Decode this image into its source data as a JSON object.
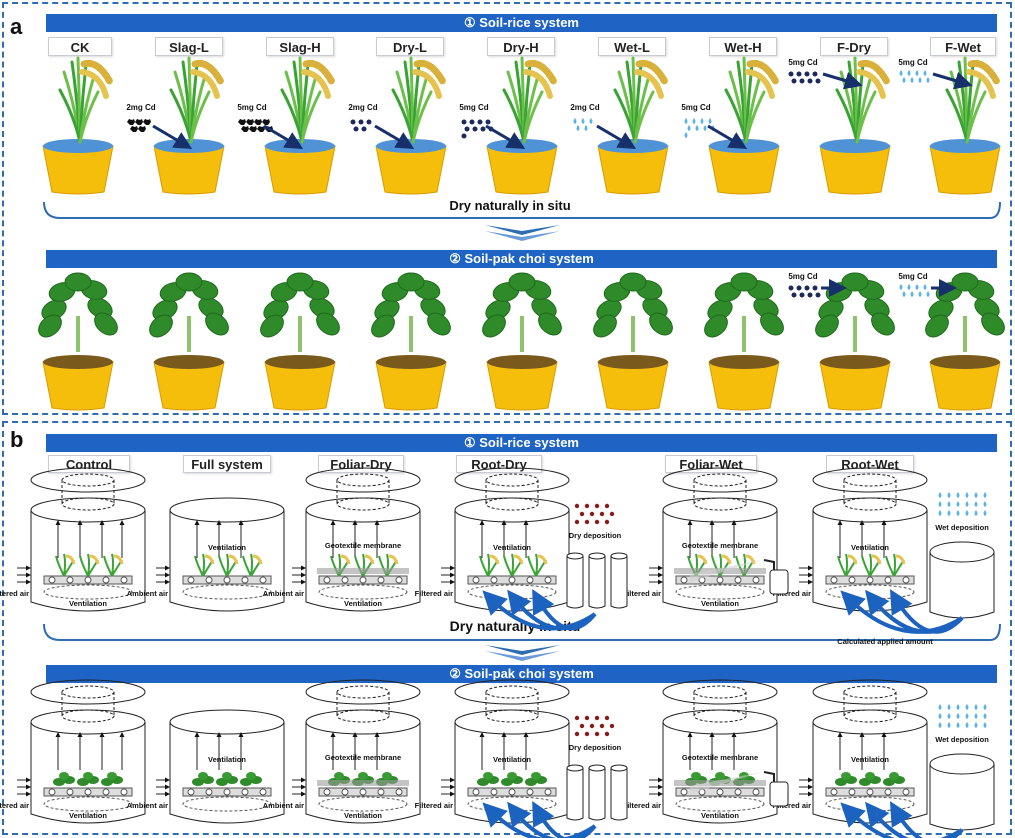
{
  "panel_a": {
    "letter": "a",
    "banner1": "① Soil-rice system",
    "banner2": "② Soil-pak choi system",
    "labels": [
      "CK",
      "Slag-L",
      "Slag-H",
      "Dry-L",
      "Dry-H",
      "Wet-L",
      "Wet-H",
      "F-Dry",
      "F-Wet"
    ],
    "doses": [
      "2mg Cd",
      "5mg Cd",
      "2mg Cd",
      "5mg Cd",
      "2mg Cd",
      "5mg Cd",
      "5mg Cd",
      "5mg Cd"
    ],
    "pakchoi_doses": [
      "5mg Cd",
      "5mg Cd"
    ],
    "dry_naturally": "Dry naturally in situ"
  },
  "panel_b": {
    "letter": "b",
    "banner1": "① Soil-rice system",
    "banner2": "② Soil-pak choi system",
    "labels": [
      "Control",
      "Full system",
      "Foliar-Dry",
      "Root-Dry",
      "Foliar-Wet",
      "Root-Wet"
    ],
    "dry_naturally": "Dry naturally in situ",
    "filtered_air": "Filtered air",
    "ambient_air": "Ambient air",
    "ventilation": "Ventilation",
    "geotextile": "Geotextile membrane",
    "dry_deposition": "Dry deposition",
    "wet_deposition": "Wet deposition",
    "calculated": "Calculated applied amount"
  },
  "colors": {
    "banner": "#1f64c4",
    "panel_border": "#2f6db3",
    "pot": "#f5be0b",
    "water": "#4f93d6",
    "soil": "#7a5a1c",
    "arrow_dark": "#17306b",
    "flow_arrow": "#1c63c0",
    "dry_particle": "#1e2a5c",
    "wet_drop": "#5ab3e6",
    "dry_particle_b": "#8b1a1a"
  }
}
